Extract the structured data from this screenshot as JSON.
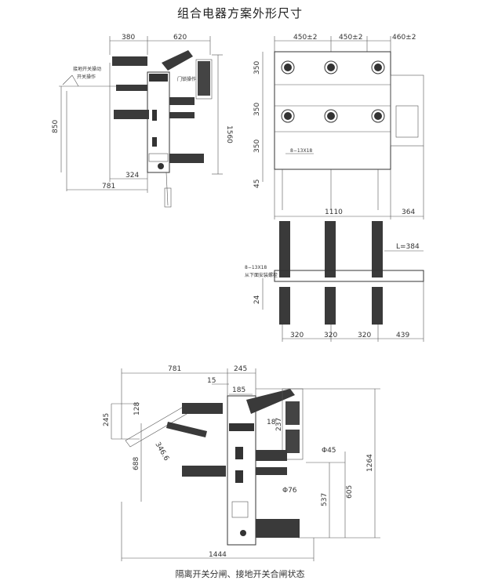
{
  "title": "组合电器方案外形尺寸",
  "caption": "隔离开关分闸、接地开关合闸状态",
  "side_view": {
    "dims": {
      "top_left": "380",
      "top_right": "620",
      "height_left": "850",
      "height_right": "1560",
      "bottom_inner": "324",
      "bottom_total": "781"
    },
    "labels": {
      "note1": "接地开关操动",
      "note2": "开关操作",
      "note3": "门锁操作"
    }
  },
  "front_view": {
    "dims": {
      "top1": "450±2",
      "top2": "450±2",
      "top3": "460±2",
      "v1": "350",
      "v2": "350",
      "v3": "350",
      "v4": "45",
      "hole": "8−13X18",
      "bottom_total": "1110",
      "bottom_right": "364"
    }
  },
  "plan_view": {
    "dims": {
      "hole": "8−13X18",
      "hole_note": "从下面安装螺栓",
      "height": "24",
      "l_label": "L=384",
      "p1": "320",
      "p2": "320",
      "p3": "320",
      "p4": "439"
    }
  },
  "open_view": {
    "dims": {
      "top_total": "781",
      "top_right": "245",
      "offset15": "15",
      "w185": "185",
      "left245": "245",
      "left128": "128",
      "left688": "688",
      "diag": "346.6",
      "r237": "237",
      "r18": "18",
      "phi45": "Φ45",
      "phi76": "Φ76",
      "h537": "537",
      "h605": "605",
      "h1264": "1264",
      "bottom_total": "1444"
    }
  }
}
